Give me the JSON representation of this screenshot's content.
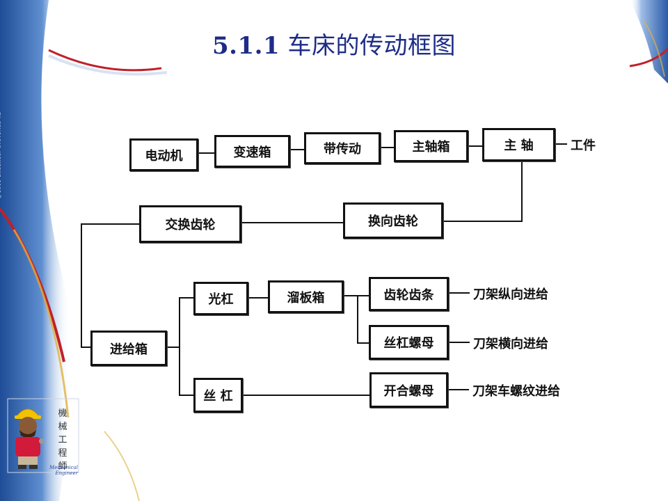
{
  "title": {
    "number": "5.1.1",
    "text": "车床的传动框图"
  },
  "nodes": {
    "motor": "电动机",
    "gearbox": "变速箱",
    "belt": "带传动",
    "headstock": "主轴箱",
    "spindle": "主  轴",
    "change_gears": "交换齿轮",
    "reversing_gears": "换向齿轮",
    "feed_box": "进给箱",
    "feed_rod": "光杠",
    "apron": "溜板箱",
    "rack_pinion": "齿轮齿条",
    "cross_screw_nut": "丝杠螺母",
    "lead_screw": "丝 杠",
    "split_nut": "开合螺母"
  },
  "outputs": {
    "workpiece": "工件",
    "longitudinal_feed": "刀架纵向进给",
    "cross_feed": "刀架横向进给",
    "thread_feed": "刀架车螺纹进给"
  },
  "logo": {
    "chars": [
      "機",
      "械",
      "工",
      "程",
      "師"
    ],
    "subtitle": "Mechanical Engineer"
  },
  "side_credit": "©2001 DASSAULT SYSTEMES-R2",
  "colors": {
    "title": "#1d2c86",
    "accent_red": "#c0202a",
    "accent_blue": "#2f5fa8"
  }
}
